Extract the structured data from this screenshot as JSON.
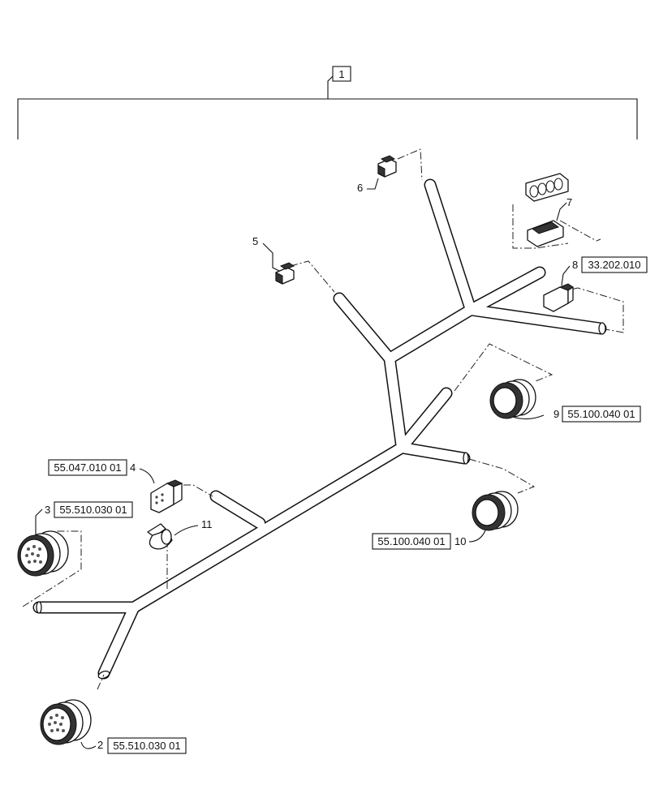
{
  "assembly": {
    "item": "1"
  },
  "callouts": [
    {
      "item": "2",
      "ref": "55.510.030 01"
    },
    {
      "item": "3",
      "ref": "55.510.030 01"
    },
    {
      "item": "4",
      "ref": "55.047.010 01"
    },
    {
      "item": "5",
      "ref": ""
    },
    {
      "item": "6",
      "ref": ""
    },
    {
      "item": "7",
      "ref": ""
    },
    {
      "item": "8",
      "ref": "33.202.010"
    },
    {
      "item": "9",
      "ref": "55.100.040 01"
    },
    {
      "item": "10",
      "ref": "55.100.040 01"
    },
    {
      "item": "11",
      "ref": ""
    }
  ]
}
